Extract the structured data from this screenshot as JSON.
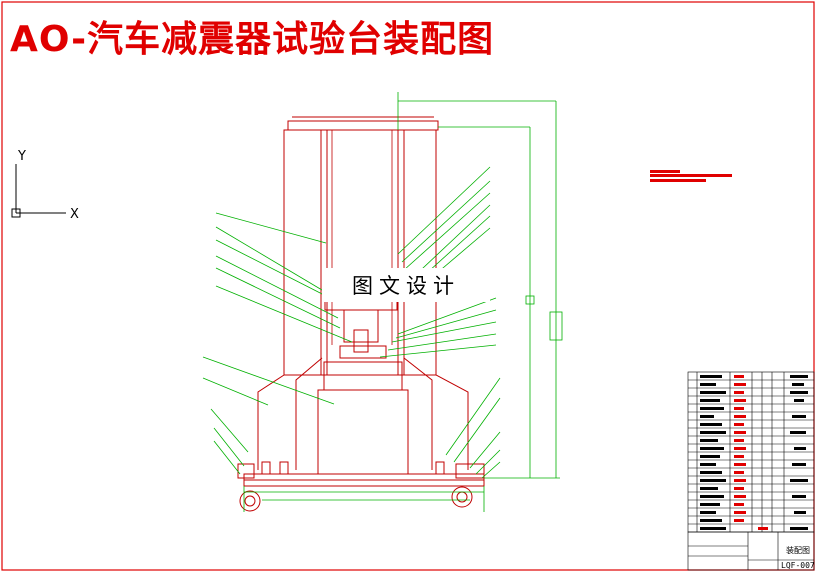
{
  "title": "AO-汽车减震器试验台装配图",
  "watermark": "图文设计",
  "ucs": {
    "y_label": "Y",
    "x_label": "X"
  },
  "title_block": {
    "drawing_name": "装配图",
    "drawing_no": "LQF-007"
  },
  "colors": {
    "frame": "#e00000",
    "part": "#c00000",
    "leader": "#00b000",
    "dimension": "#00b000",
    "ucs": "#000000"
  }
}
